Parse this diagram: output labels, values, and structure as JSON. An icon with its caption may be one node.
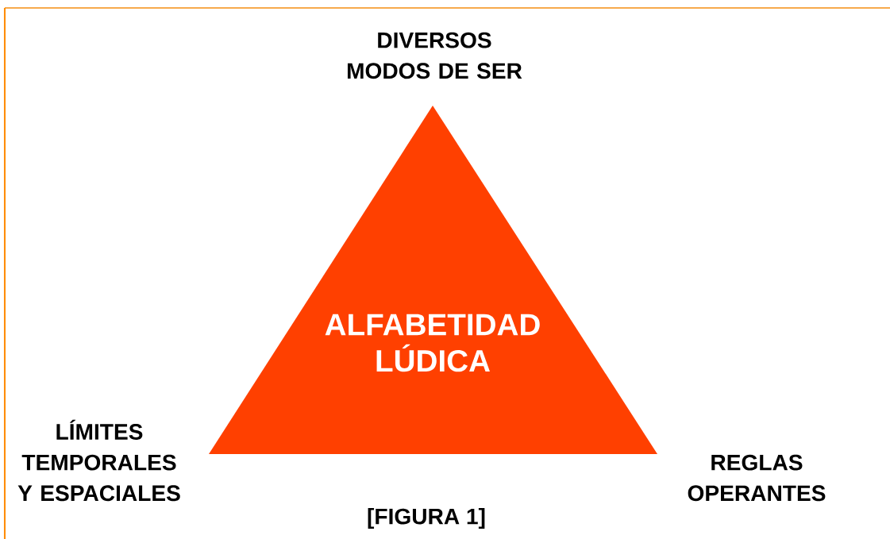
{
  "diagram": {
    "caption": "[FIGURA 1]",
    "nodes": [
      {
        "text": [
          "ALFABETIDAD LÚDICA"
        ]
      }
    ],
    "labels": [
      "DIVERSOS MODOS DE SER",
      "LÍMITES TEMPORALES Y ESPACIALES",
      "REGLAS OPERANTES"
    ]
  }
}
